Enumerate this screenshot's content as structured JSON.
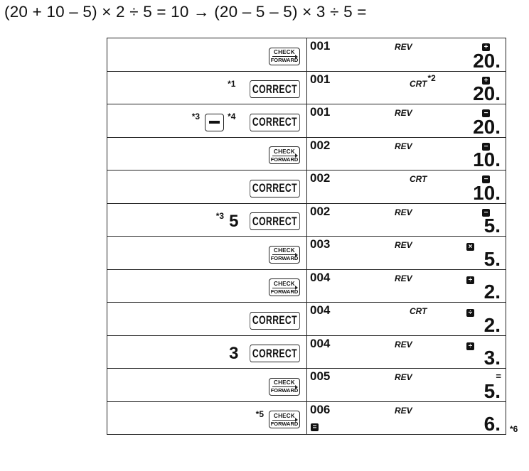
{
  "title": "(20 + 10 – 5) × 2 ÷ 5 = 10 → (20 – 5 – 5) × 3 ÷ 5 =",
  "keys": {
    "check_top": "CHECK",
    "check_bottom": "FORWARD",
    "correct": "CORRECT"
  },
  "rows": [
    {
      "step": "001",
      "mode": "REV",
      "mode_note": "",
      "op": "+",
      "value": "20.",
      "key_note": "",
      "digit": ""
    },
    {
      "step": "001",
      "mode": "CRT",
      "mode_note": "*2",
      "op": "+",
      "value": "20.",
      "key_note": "*1",
      "digit": ""
    },
    {
      "step": "001",
      "mode": "REV",
      "mode_note": "",
      "op": "−",
      "value": "20.",
      "key_note": "*3",
      "key_note2": "*4",
      "digit": ""
    },
    {
      "step": "002",
      "mode": "REV",
      "mode_note": "",
      "op": "−",
      "value": "10.",
      "key_note": "",
      "digit": ""
    },
    {
      "step": "002",
      "mode": "CRT",
      "mode_note": "",
      "op": "−",
      "value": "10.",
      "key_note": "",
      "digit": ""
    },
    {
      "step": "002",
      "mode": "REV",
      "mode_note": "",
      "op": "−",
      "value": "5.",
      "key_note": "*3",
      "digit": "5"
    },
    {
      "step": "003",
      "mode": "REV",
      "mode_note": "",
      "op": "×",
      "value": "5.",
      "key_note": "",
      "digit": ""
    },
    {
      "step": "004",
      "mode": "REV",
      "mode_note": "",
      "op": "÷",
      "value": "2.",
      "key_note": "",
      "digit": ""
    },
    {
      "step": "004",
      "mode": "CRT",
      "mode_note": "",
      "op": "÷",
      "value": "2.",
      "key_note": "",
      "digit": ""
    },
    {
      "step": "004",
      "mode": "REV",
      "mode_note": "",
      "op": "÷",
      "value": "3.",
      "key_note": "",
      "digit": "3"
    },
    {
      "step": "005",
      "mode": "REV",
      "mode_note": "",
      "op": "=",
      "value": "5.",
      "key_note": "",
      "digit": ""
    },
    {
      "step": "006",
      "mode": "REV",
      "mode_note": "",
      "op": "",
      "value": "6.",
      "key_note": "*5",
      "digit": "",
      "low_sign": "="
    }
  ],
  "side_note": "*6"
}
